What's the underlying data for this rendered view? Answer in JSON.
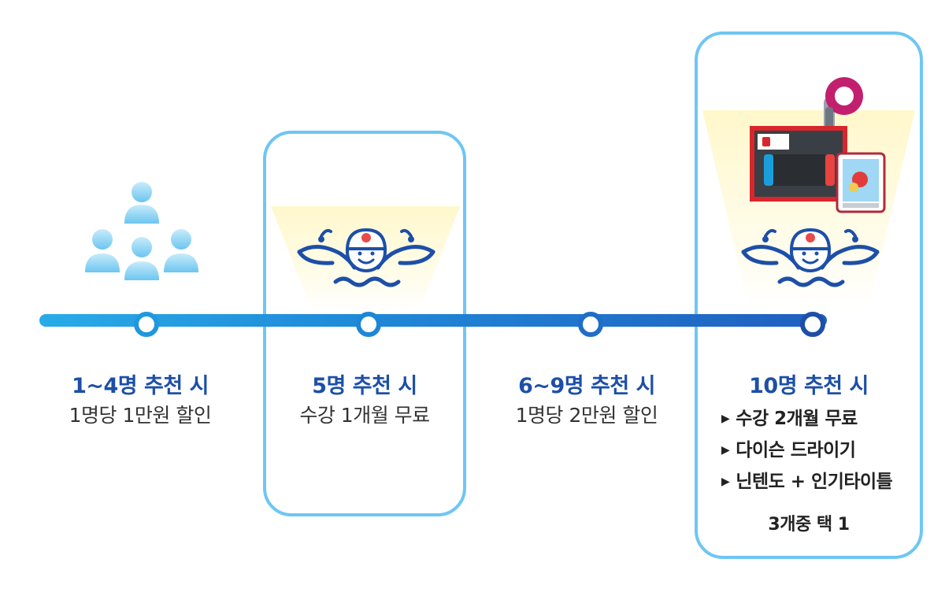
{
  "tiers": [
    {
      "heading": "1~4명 추천 시",
      "benefit": "1명당 1만원 할인"
    },
    {
      "heading": "5명 추천 시",
      "benefit": "수강 1개월 무료"
    },
    {
      "heading": "6~9명 추천 시",
      "benefit": "1명당 2만원 할인"
    },
    {
      "heading": "10명 추천 시",
      "options": [
        "수강 2개월 무료",
        "다이슨 드라이기",
        "닌텐도 + 인기타이틀"
      ],
      "choice_note": "3개중 택 1"
    }
  ],
  "icons": {
    "people": "people-group-icon",
    "swimmer": "swimmer-mascot-icon",
    "dryer": "hair-dryer-icon",
    "console": "game-console-box-icon",
    "game": "game-title-case-icon",
    "bullet": "triangle-bullet-icon"
  },
  "colors": {
    "heading": "#1d4fa8",
    "frame": "#6ec6f3",
    "timeline_start": "#29abe8",
    "timeline_end": "#1f5fbf",
    "people": "#8fd3f3",
    "mascot": "#1d4fa8"
  }
}
